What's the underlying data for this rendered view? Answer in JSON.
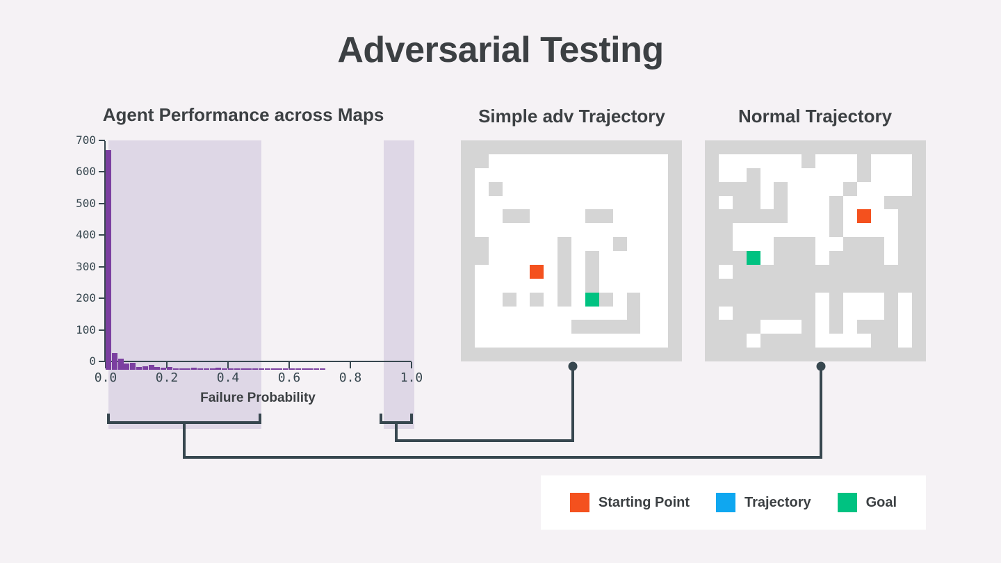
{
  "title": "Adversarial Testing",
  "colors": {
    "background": "#F5F2F5",
    "bar": "#7B3FA0",
    "band": "#D9D2E3",
    "wall": "#D5D5D5",
    "start": "#F4511E",
    "trajectory": "#0FA7F0",
    "goal": "#00C281",
    "axis": "#37474F",
    "connector": "#37474F",
    "legend_bg": "#FFFFFF",
    "map_bg": "#FFFFFF"
  },
  "panels": {
    "histogram_title": "Agent Performance across Maps",
    "map1_title": "Simple adv Trajectory",
    "map2_title": "Normal Trajectory"
  },
  "chart_data": {
    "type": "bar",
    "title": "Agent Performance across Maps",
    "xlabel": "Failure Probability",
    "ylabel": "",
    "xlim": [
      0.0,
      1.0
    ],
    "ylim": [
      0,
      700
    ],
    "grid": false,
    "legend": "none",
    "xticks": [
      "0.0",
      "0.2",
      "0.4",
      "0.6",
      "0.8",
      "1.0"
    ],
    "xtick_values": [
      0.0,
      0.2,
      0.4,
      0.6,
      0.8,
      1.0
    ],
    "yticks": [
      "0",
      "100",
      "200",
      "300",
      "400",
      "500",
      "600",
      "700"
    ],
    "ytick_values": [
      0,
      100,
      200,
      300,
      400,
      500,
      600,
      700
    ],
    "bin_width": 0.02,
    "x": [
      0.01,
      0.03,
      0.05,
      0.07,
      0.09,
      0.11,
      0.13,
      0.15,
      0.17,
      0.19,
      0.21,
      0.23,
      0.25,
      0.27,
      0.29,
      0.31,
      0.33,
      0.35,
      0.37,
      0.39,
      0.41,
      0.43,
      0.45,
      0.47,
      0.49,
      0.51,
      0.53,
      0.55,
      0.57,
      0.59,
      0.61,
      0.63,
      0.65,
      0.67,
      0.69,
      0.71,
      0.73,
      0.75,
      0.77,
      0.79,
      0.81,
      0.83,
      0.85,
      0.87,
      0.89,
      0.91,
      0.93,
      0.95,
      0.97,
      0.99
    ],
    "values": [
      695,
      52,
      35,
      20,
      23,
      8,
      12,
      16,
      9,
      7,
      8,
      5,
      4,
      4,
      7,
      3,
      4,
      5,
      6,
      3,
      3,
      4,
      3,
      2,
      2,
      1,
      3,
      1,
      1,
      2,
      1,
      1,
      3,
      1,
      1,
      2,
      0,
      0,
      0,
      0,
      0,
      0,
      0,
      0,
      0,
      0,
      0,
      0,
      0,
      0
    ],
    "highlight_bands": [
      {
        "name": "low-failure-band",
        "x0": 0.0,
        "x1": 0.5
      },
      {
        "name": "high-failure-band",
        "x0": 0.9,
        "x1": 1.0
      }
    ]
  },
  "maps": {
    "cell_size": 19.875,
    "grid": 16,
    "map1": {
      "name": "Simple adv Trajectory",
      "walls": [
        [
          0,
          0,
          16,
          1
        ],
        [
          0,
          15,
          16,
          1
        ],
        [
          0,
          0,
          1,
          16
        ],
        [
          15,
          0,
          1,
          16
        ],
        [
          1,
          1,
          1,
          1
        ],
        [
          2,
          3,
          1,
          1
        ],
        [
          3,
          5,
          2,
          1
        ],
        [
          9,
          5,
          2,
          1
        ],
        [
          0,
          7,
          2,
          1
        ],
        [
          1,
          8,
          1,
          1
        ],
        [
          7,
          7,
          1,
          5
        ],
        [
          11,
          7,
          1,
          1
        ],
        [
          9,
          8,
          1,
          3
        ],
        [
          9,
          11,
          2,
          1
        ],
        [
          12,
          11,
          1,
          3
        ],
        [
          3,
          11,
          1,
          1
        ],
        [
          5,
          11,
          1,
          1
        ],
        [
          8,
          13,
          4,
          1
        ]
      ],
      "start": [
        5,
        9
      ],
      "goal": [
        9,
        11
      ]
    },
    "map2": {
      "name": "Normal Trajectory",
      "walls": [
        [
          0,
          0,
          16,
          1
        ],
        [
          0,
          15,
          16,
          1
        ],
        [
          0,
          0,
          1,
          16
        ],
        [
          15,
          0,
          1,
          16
        ],
        [
          7,
          1,
          1,
          1
        ],
        [
          11,
          1,
          1,
          2
        ],
        [
          3,
          2,
          1,
          3
        ],
        [
          5,
          3,
          1,
          3
        ],
        [
          1,
          3,
          2,
          1
        ],
        [
          2,
          4,
          1,
          1
        ],
        [
          10,
          3,
          1,
          1
        ],
        [
          9,
          4,
          1,
          3
        ],
        [
          1,
          5,
          5,
          1
        ],
        [
          13,
          4,
          2,
          1
        ],
        [
          14,
          5,
          1,
          6
        ],
        [
          1,
          6,
          1,
          2
        ],
        [
          5,
          7,
          3,
          2
        ],
        [
          7,
          7,
          1,
          2
        ],
        [
          10,
          7,
          3,
          1
        ],
        [
          9,
          8,
          4,
          2
        ],
        [
          1,
          8,
          2,
          1
        ],
        [
          2,
          9,
          8,
          2
        ],
        [
          9,
          10,
          4,
          1
        ],
        [
          1,
          10,
          1,
          2
        ],
        [
          3,
          11,
          1,
          1
        ],
        [
          6,
          11,
          1,
          1
        ],
        [
          2,
          11,
          6,
          2
        ],
        [
          9,
          11,
          1,
          3
        ],
        [
          13,
          9,
          1,
          5
        ],
        [
          1,
          13,
          3,
          1
        ],
        [
          2,
          14,
          1,
          1
        ],
        [
          7,
          13,
          1,
          2
        ],
        [
          11,
          13,
          2,
          1
        ],
        [
          12,
          14,
          2,
          1
        ],
        [
          1,
          14,
          1,
          1
        ],
        [
          4,
          14,
          4,
          1
        ]
      ],
      "start": [
        11,
        5
      ],
      "goal": [
        3,
        8
      ]
    }
  },
  "legend": {
    "items": [
      {
        "label": "Starting Point",
        "color": "#F4511E",
        "icon": "square-swatch"
      },
      {
        "label": "Trajectory",
        "color": "#0FA7F0",
        "icon": "square-swatch"
      },
      {
        "label": "Goal",
        "color": "#00C281",
        "icon": "square-swatch"
      }
    ]
  }
}
